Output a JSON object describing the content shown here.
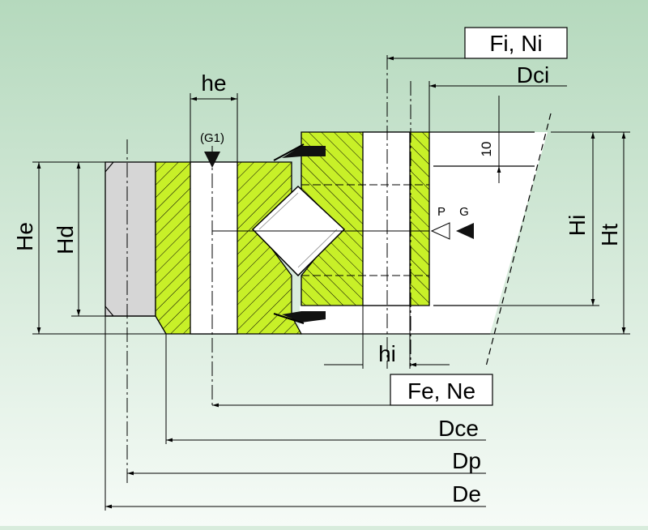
{
  "labels": {
    "fi_ni": "Fi, Ni",
    "dci": "Dci",
    "he_top": "he",
    "g1": "(G1)",
    "ten": "10",
    "p": "P",
    "g": "G",
    "hi_right": "Hi",
    "ht": "Ht",
    "he_left": "He",
    "hd": "Hd",
    "hi_bottom": "hi",
    "fe_ne": "Fe, Ne",
    "dce": "Dce",
    "dp": "Dp",
    "de": "De"
  },
  "colors": {
    "background_top": "#b5d9bd",
    "background_bottom": "#f6fbf7",
    "section_fill": "#c8f028",
    "seal_fill": "#d6d6d6",
    "line": "#000000"
  }
}
